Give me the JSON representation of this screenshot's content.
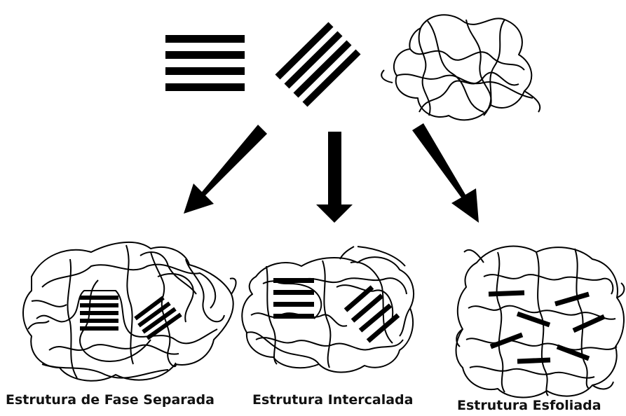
{
  "diagram": {
    "captions": {
      "phase_separated": "Estrutura de Fase Separada",
      "intercalated": "Estrutura Intercalada",
      "exfoliated": "Estrutura Esfoliada"
    },
    "ink_color": "#000000",
    "background_color": "#ffffff"
  }
}
